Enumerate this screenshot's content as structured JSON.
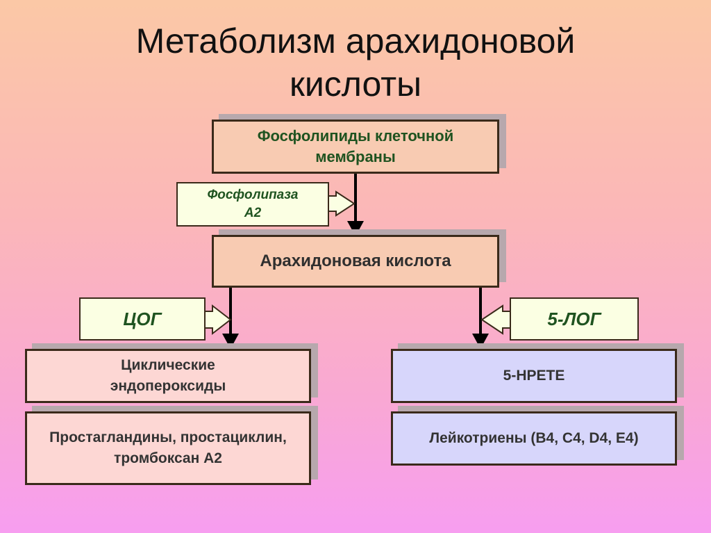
{
  "title": {
    "line1": "Метаболизм арахидоновой",
    "line2": "кислоты"
  },
  "nodes": {
    "phospholipids": "Фосфолипиды клеточной мембраны",
    "arachidonic": "Арахидоновая кислота",
    "cyclic": "Циклические эндопероксиды",
    "prostaglandins": "Простагландины, простациклин, тромбоксан А2",
    "hpete": "5-НРЕТЕ",
    "leukotrienes": "Лейкотриены (В4, С4, D4, Е4)"
  },
  "enzymes": {
    "phospholipase": "Фосфолипаза А2",
    "cox": "ЦОГ",
    "lox": "5-ЛОГ"
  },
  "colors": {
    "peach": "#f8cbb2",
    "pink": "#fdd7d4",
    "lavender": "#d7d6fb",
    "enzyme": "#fbffe3",
    "green_text": "#1f5320"
  }
}
